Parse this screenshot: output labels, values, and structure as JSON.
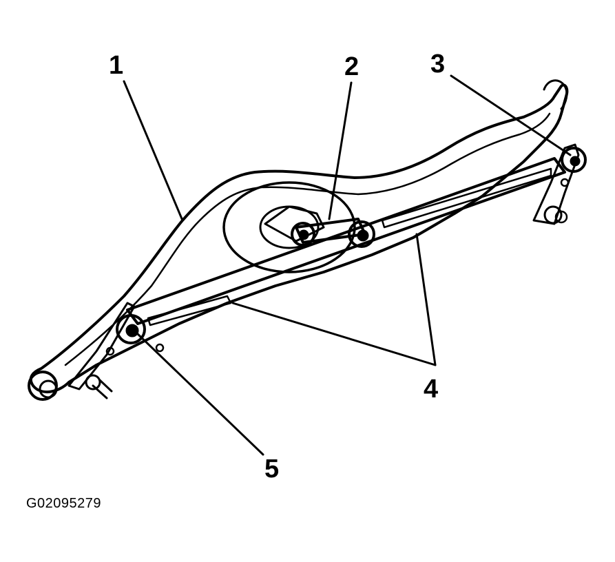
{
  "callouts": [
    {
      "id": "1",
      "label": "1"
    },
    {
      "id": "2",
      "label": "2"
    },
    {
      "id": "3",
      "label": "3"
    },
    {
      "id": "4",
      "label": "4"
    },
    {
      "id": "5",
      "label": "5"
    }
  ],
  "figure_id": "G02095279",
  "colors": {
    "ink": "#000000",
    "paper": "#ffffff"
  }
}
